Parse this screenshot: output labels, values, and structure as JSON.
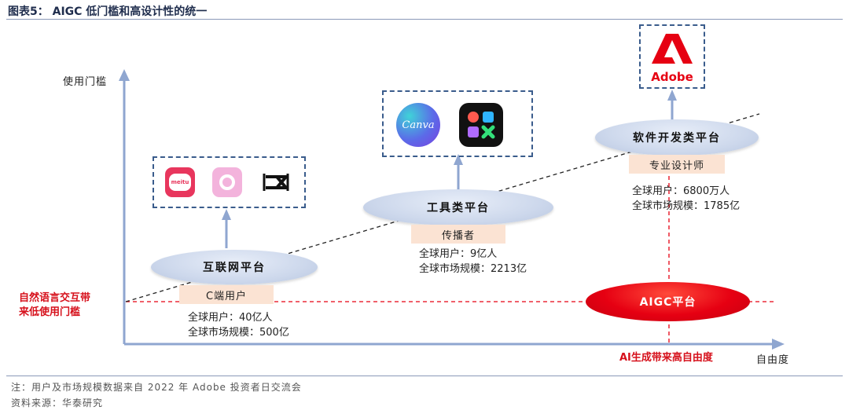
{
  "title": "图表5：  AIGC 低门槛和高设计性的统一",
  "axes": {
    "y_label": "使用门槛",
    "x_label": "自由度",
    "x_highlight": "AI生成带来高自由度",
    "left_note_line1": "自然语言交互带",
    "left_note_line2": "来低使用门槛"
  },
  "platforms": [
    {
      "name": "互联网平台",
      "tag": "C端用户",
      "stat_users": "全球用户：40亿人",
      "stat_market": "全球市场规模：500亿",
      "icons": [
        "meitu-icon",
        "beautycam-icon",
        "capcut-icon"
      ]
    },
    {
      "name": "工具类平台",
      "tag": "传播者",
      "stat_users": "全球用户：9亿人",
      "stat_market": "全球市场规模：2213亿",
      "icons": [
        "canva-icon",
        "design-app-icon"
      ]
    },
    {
      "name": "软件开发类平台",
      "tag": "专业设计师",
      "stat_users": "全球用户：6800万人",
      "stat_market": "全球市场规模：1785亿",
      "icons": [
        "adobe-icon"
      ]
    }
  ],
  "icon_text": {
    "meitu": "meitu",
    "canva": "Canva",
    "adobe": "Adobe"
  },
  "aigc_platform": "AIGC平台",
  "notes": {
    "note1": "注：用户及市场规模数据来自 2022 年 Adobe 投资者日交流会",
    "note2": "资料来源：华泰研究"
  },
  "colors": {
    "accent_red": "#e60012",
    "axis_blue": "#2f5496",
    "ellipse_blue": "#cdd8ec",
    "tag_peach": "#fbe3d3"
  }
}
